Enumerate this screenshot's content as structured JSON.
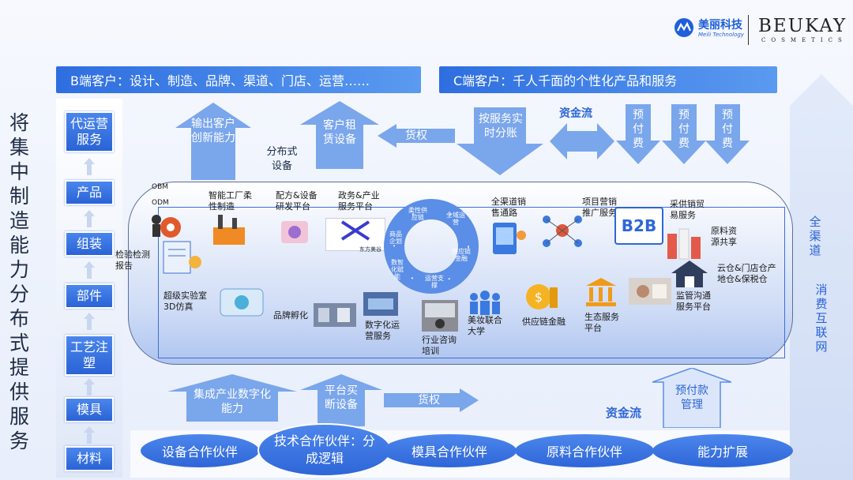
{
  "header": {
    "brand_cn": "美丽科技",
    "brand_en": "Meili Technology",
    "beukay": "BEUKAY",
    "cosmetics": "COSMETICS"
  },
  "top_bars": {
    "b_end": "B端客户：设计、制造、品牌、渠道、门店、运营……",
    "c_end": "C端客户：千人千面的个性化产品和服务"
  },
  "left_title": "将集中制造能力分布式提供服务",
  "left_chips": [
    "代运营服务",
    "产品",
    "组装",
    "部件",
    "工艺注塑",
    "模具",
    "材料"
  ],
  "right_vertical": {
    "left": "全渠道",
    "right": "消费互联网"
  },
  "top_arrows": {
    "output": "输出客户创新能力",
    "distributed": "分布式设备",
    "lease": "客户租赁设备",
    "goods_right_top": "货权",
    "by_service": "按服务实时分账",
    "capital_flow_top": "资金流",
    "prepay_1": "预付费",
    "prepay_2": "预付费",
    "prepay_3": "预付费"
  },
  "bottom_arrows": {
    "integration": "集成产业数字化能力",
    "platform_buy": "平台买断设备",
    "goods_right_bottom": "货权",
    "capital_flow_bottom": "资金流",
    "prepay_mgmt": "预付款管理"
  },
  "center_labels": {
    "obm": "OBM",
    "odm": "ODM",
    "smart_factory": "智能工厂柔性制造",
    "rd_platform": "配方&设备研发平台",
    "gov_platform": "政务&产业服务平台",
    "inspection": "检验检测报告",
    "lab": "超级实验室3D仿真",
    "brand_incubation": "品牌孵化",
    "digital_ops": "数字化运营服务",
    "consulting": "行业咨询培训",
    "sales_channel": "全渠道销售通路",
    "promo": "项目营销推广服务",
    "sourcing": "采供销贸易服务",
    "raw_material": "原料资源共享",
    "warehouse": "云仓&门店仓产地仓&保税仓",
    "supervision": "监管沟通服务平台",
    "college": "美妆联合大学",
    "supply_finance": "供应链金融",
    "eco_platform": "生态服务平台",
    "dongfang": "东方美谷",
    "b2b": "B2B"
  },
  "cycle_labels": [
    "柔性供应链",
    "全域运营",
    "供应链金融",
    "运营支撑",
    "数智化赋能",
    "商品企划"
  ],
  "partners": [
    "设备合作伙伴",
    "技术合作伙伴：分成逻辑",
    "模具合作伙伴",
    "原料合作伙伴",
    "能力扩展"
  ],
  "colors": {
    "accent": "#2e66d8",
    "arrow": "#6fa0ea",
    "dark": "#1f2c44"
  }
}
